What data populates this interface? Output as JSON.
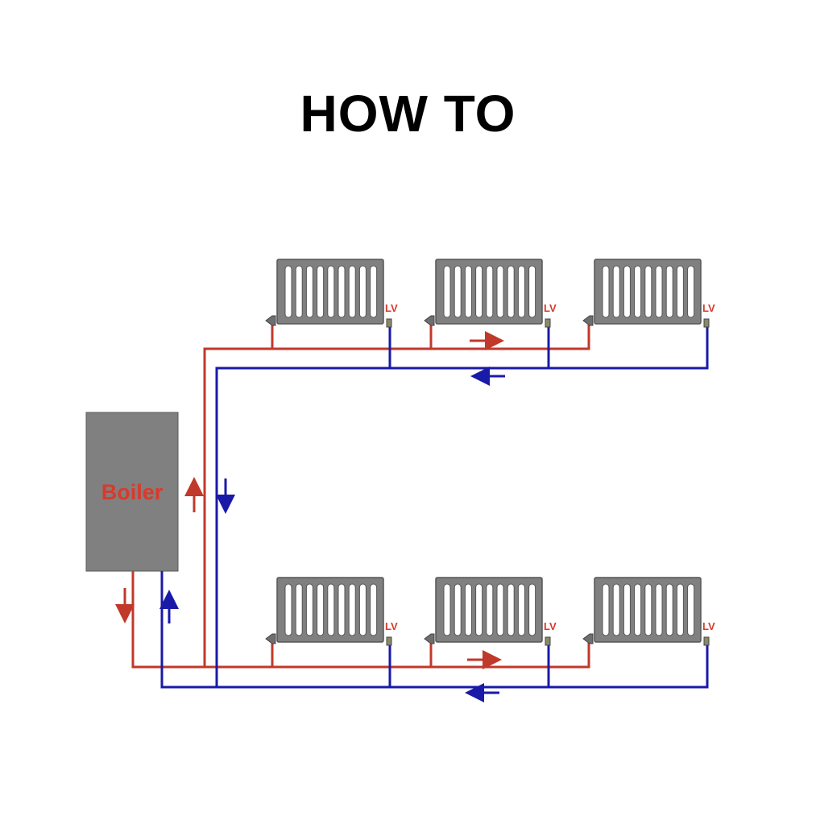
{
  "title": "HOW TO",
  "boiler": {
    "label": "Boiler"
  },
  "valve_label": "LV",
  "colors": {
    "flow": "#c0392b",
    "return": "#1a1aa8",
    "radiator": "#808080",
    "label": "#d93a2a"
  },
  "radiators_per_row": 3,
  "rows": [
    "upper",
    "lower"
  ]
}
